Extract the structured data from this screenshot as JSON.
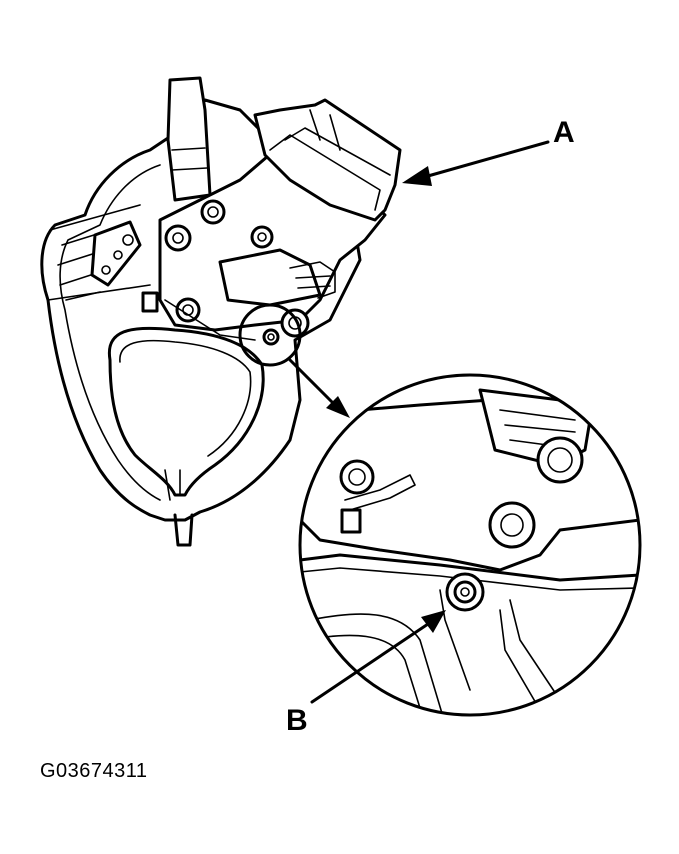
{
  "figure": {
    "callouts": {
      "a": "A",
      "b": "B"
    },
    "figure_id": "G03674311"
  }
}
